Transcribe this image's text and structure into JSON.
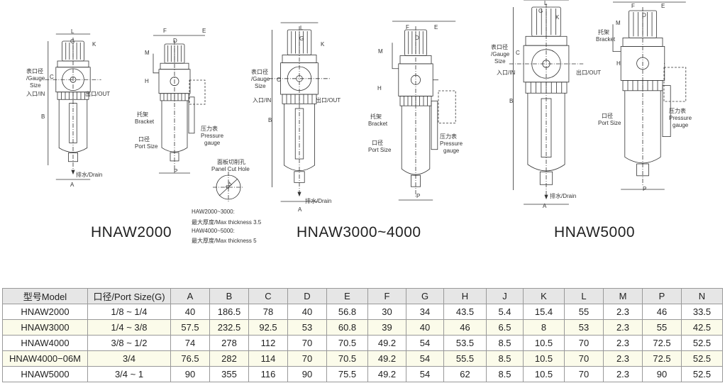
{
  "drawings": [
    {
      "title": "HNAW2000",
      "front": {
        "gauge_cn": "表口径",
        "gauge_en1": "/Gauge",
        "gauge_en2": "Size",
        "in": "入口/IN",
        "out": "出口/OUT",
        "drain": "排水/Drain",
        "dims": [
          "L",
          "G",
          "K",
          "C",
          "B",
          "A"
        ]
      },
      "side": {
        "bracket_cn": "托架",
        "bracket_en": "Bracket",
        "port_cn": "口径",
        "port_en": "Port Size",
        "gauge_cn": "压力表",
        "gauge_en1": "Pressure",
        "gauge_en2": "gauge",
        "dims": [
          "F",
          "D",
          "E",
          "M",
          "H",
          "P"
        ]
      }
    },
    {
      "title": "HNAW3000~4000",
      "front": {
        "gauge_cn": "表口径",
        "gauge_en1": "/Gauge",
        "gauge_en2": "Size",
        "in": "入口/IN",
        "out": "出口/OUT",
        "drain": "排水/Drain",
        "dims": [
          "L",
          "G",
          "K",
          "C",
          "B",
          "A"
        ]
      },
      "side": {
        "bracket_cn": "托架",
        "bracket_en": "Bracket",
        "port_cn": "口径",
        "port_en": "Port Size",
        "gauge_cn": "压力表",
        "gauge_en1": "Pressure",
        "gauge_en2": "gauge",
        "dims": [
          "F",
          "D",
          "E",
          "M",
          "H",
          "P"
        ]
      }
    },
    {
      "title": "HNAW5000",
      "front": {
        "gauge_cn": "表口径",
        "gauge_en1": "/Gauge",
        "gauge_en2": "Size",
        "in": "入口/IN",
        "out": "出口/OUT",
        "drain": "排水/Drain",
        "dims": [
          "L",
          "G",
          "K",
          "C",
          "B",
          "A"
        ]
      },
      "side": {
        "bracket_cn": "托架",
        "bracket_en": "Bracket",
        "port_cn": "口径",
        "port_en": "Port Size",
        "gauge_cn": "压力表",
        "gauge_en1": "Pressure",
        "gauge_en2": "gauge",
        "dims": [
          "F",
          "D",
          "E",
          "M",
          "H",
          "P"
        ]
      }
    }
  ],
  "panel": {
    "title_cn": "面板切削孔",
    "title_en": "Panel Cut Hole",
    "symbol": "φd",
    "notes": [
      "HAW2000~3000:",
      "最大厚度/Max thickness  3.5",
      "HAW4000~5000:",
      "最大厚度/Max thickness  5"
    ]
  },
  "table": {
    "headers": [
      "型号Model",
      "口径/Port Size(G)",
      "A",
      "B",
      "C",
      "D",
      "E",
      "F",
      "G",
      "H",
      "J",
      "K",
      "L",
      "M",
      "P",
      "N"
    ],
    "rows": [
      [
        "HNAW2000",
        "1/8 ~ 1/4",
        "40",
        "186.5",
        "78",
        "40",
        "56.8",
        "30",
        "34",
        "43.5",
        "5.4",
        "15.4",
        "55",
        "2.3",
        "46",
        "33.5"
      ],
      [
        "HNAW3000",
        "1/4 ~ 3/8",
        "57.5",
        "232.5",
        "92.5",
        "53",
        "60.8",
        "39",
        "40",
        "46",
        "6.5",
        "8",
        "53",
        "2.3",
        "55",
        "42.5"
      ],
      [
        "HNAW4000",
        "3/8 ~ 1/2",
        "74",
        "278",
        "112",
        "70",
        "70.5",
        "49.2",
        "54",
        "53.5",
        "8.5",
        "10.5",
        "70",
        "2.3",
        "72.5",
        "52.5"
      ],
      [
        "HNAW4000−06M",
        "3/4",
        "76.5",
        "282",
        "114",
        "70",
        "70.5",
        "49.2",
        "54",
        "55.5",
        "8.5",
        "10.5",
        "70",
        "2.3",
        "72.5",
        "52.5"
      ],
      [
        "HNAW5000",
        "3/4 ~ 1",
        "90",
        "355",
        "116",
        "90",
        "75.5",
        "49.2",
        "54",
        "62",
        "8.5",
        "10.5",
        "70",
        "2.3",
        "90",
        "52.5"
      ]
    ],
    "colors": {
      "header_bg": "#e6e6e6",
      "alt_row_bg": "#fbfbea",
      "border": "#999999"
    }
  }
}
